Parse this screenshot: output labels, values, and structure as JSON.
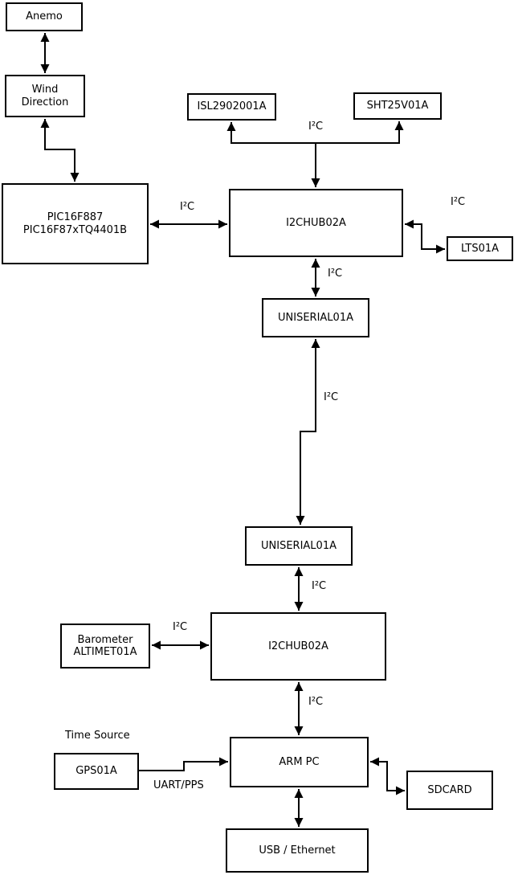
{
  "diagram": {
    "boxes": {
      "anemo": {
        "label": "Anemo"
      },
      "wind_direction": {
        "line1": "Wind",
        "line2": "Direction"
      },
      "pic": {
        "line1": "PIC16F887",
        "line2": "PIC16F87xTQ4401B"
      },
      "isl": {
        "label": "ISL2902001A"
      },
      "sht": {
        "label": "SHT25V01A"
      },
      "i2c_hub_top": {
        "label": "I2CHUB02A"
      },
      "lts": {
        "label": "LTS01A"
      },
      "uniserial_top": {
        "label": "UNISERIAL01A"
      },
      "uniserial_bottom": {
        "label": "UNISERIAL01A"
      },
      "i2c_hub_bottom": {
        "label": "I2CHUB02A"
      },
      "barometer": {
        "line1": "Barometer",
        "line2": "ALTIMET01A"
      },
      "gps": {
        "label": "GPS01A"
      },
      "arm_pc": {
        "label": "ARM PC"
      },
      "sdcard": {
        "label": "SDCARD"
      },
      "usb_ethernet": {
        "label": "USB / Ethernet"
      }
    },
    "bus_labels": {
      "i2c": "I²C",
      "uart_pps": "UART/PPS",
      "time_source": "Time Source"
    },
    "colors": {
      "line": "#000000",
      "box_background": "#ffffff",
      "text": "#000000"
    }
  }
}
